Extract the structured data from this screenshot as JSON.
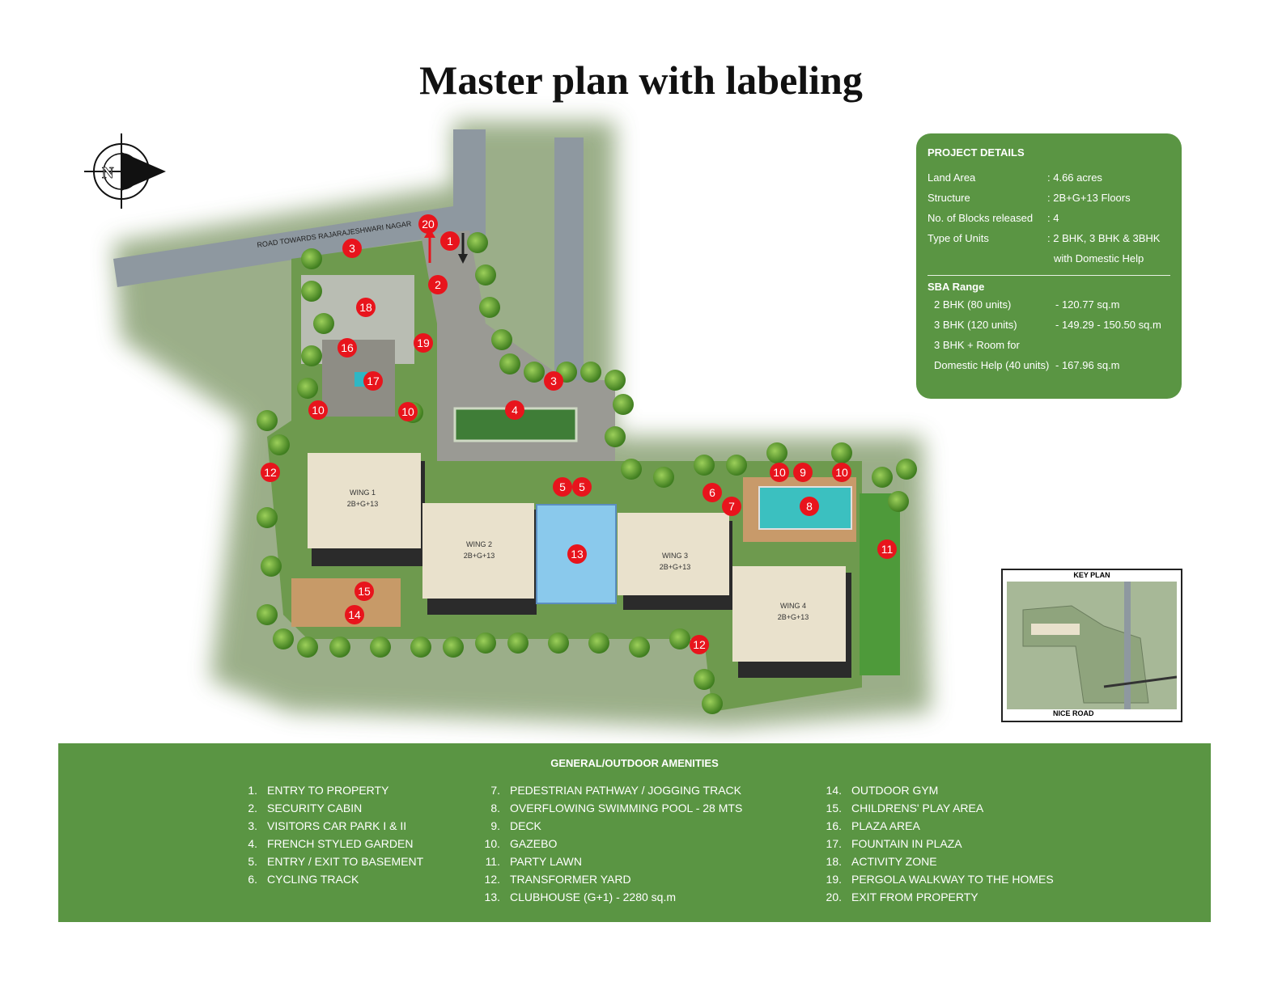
{
  "title": "Master plan with labeling",
  "compass": {
    "letter": "N"
  },
  "road_label": "ROAD TOWARDS RAJARAJESHWARI NAGAR",
  "project_details": {
    "heading": "PROJECT DETAILS",
    "rows": [
      {
        "key": "Land Area",
        "value": ": 4.66 acres"
      },
      {
        "key": "Structure",
        "value": ": 2B+G+13 Floors"
      },
      {
        "key": "No. of Blocks released",
        "value": ": 4"
      },
      {
        "key": "Type of Units",
        "value": ": 2 BHK, 3 BHK & 3BHK"
      },
      {
        "key": "",
        "value": "with Domestic Help"
      }
    ],
    "sba_heading": "SBA Range",
    "sba_rows": [
      {
        "key": "2 BHK (80 units)",
        "value": "- 120.77 sq.m"
      },
      {
        "key": "3 BHK (120 units)",
        "value": "- 149.29 - 150.50 sq.m"
      },
      {
        "key": "3 BHK + Room for",
        "value": ""
      },
      {
        "key": "Domestic Help (40 units)",
        "value": "- 167.96 sq.m"
      }
    ]
  },
  "key_plan": {
    "title": "KEY PLAN",
    "road": "NICE ROAD"
  },
  "wings": [
    {
      "name": "WING 1",
      "floors": "2B+G+13"
    },
    {
      "name": "WING 2",
      "floors": "2B+G+13"
    },
    {
      "name": "WING 3",
      "floors": "2B+G+13"
    },
    {
      "name": "WING 4",
      "floors": "2B+G+13"
    }
  ],
  "markers": [
    "20",
    "1",
    "3",
    "2",
    "18",
    "19",
    "16",
    "17",
    "3",
    "4",
    "10",
    "10",
    "12",
    "5",
    "5",
    "10",
    "9",
    "10",
    "6",
    "7",
    "8",
    "13",
    "11",
    "15",
    "14",
    "12"
  ],
  "amenities": {
    "heading": "GENERAL/OUTDOOR AMENITIES",
    "columns": [
      [
        {
          "n": "1.",
          "label": "ENTRY TO PROPERTY"
        },
        {
          "n": "2.",
          "label": "SECURITY CABIN"
        },
        {
          "n": "3.",
          "label": "VISITORS CAR PARK I & II"
        },
        {
          "n": "4.",
          "label": "FRENCH STYLED GARDEN"
        },
        {
          "n": "5.",
          "label": "ENTRY / EXIT TO BASEMENT"
        },
        {
          "n": "6.",
          "label": "CYCLING TRACK"
        }
      ],
      [
        {
          "n": "7.",
          "label": "PEDESTRIAN PATHWAY / JOGGING TRACK"
        },
        {
          "n": "8.",
          "label": "OVERFLOWING  SWIMMING POOL - 28 MTS"
        },
        {
          "n": "9.",
          "label": "DECK"
        },
        {
          "n": "10.",
          "label": "GAZEBO"
        },
        {
          "n": "11.",
          "label": "PARTY LAWN"
        },
        {
          "n": "12.",
          "label": "TRANSFORMER YARD"
        },
        {
          "n": "13.",
          "label": "CLUBHOUSE (G+1) - 2280 sq.m"
        }
      ],
      [
        {
          "n": "14.",
          "label": "OUTDOOR GYM"
        },
        {
          "n": "15.",
          "label": "CHILDRENS' PLAY AREA"
        },
        {
          "n": "16.",
          "label": "PLAZA AREA"
        },
        {
          "n": "17.",
          "label": "FOUNTAIN IN PLAZA"
        },
        {
          "n": "18.",
          "label": "ACTIVITY ZONE"
        },
        {
          "n": "19.",
          "label": "PERGOLA WALKWAY TO THE HOMES"
        },
        {
          "n": "20.",
          "label": "EXIT FROM PROPERTY"
        }
      ]
    ]
  }
}
